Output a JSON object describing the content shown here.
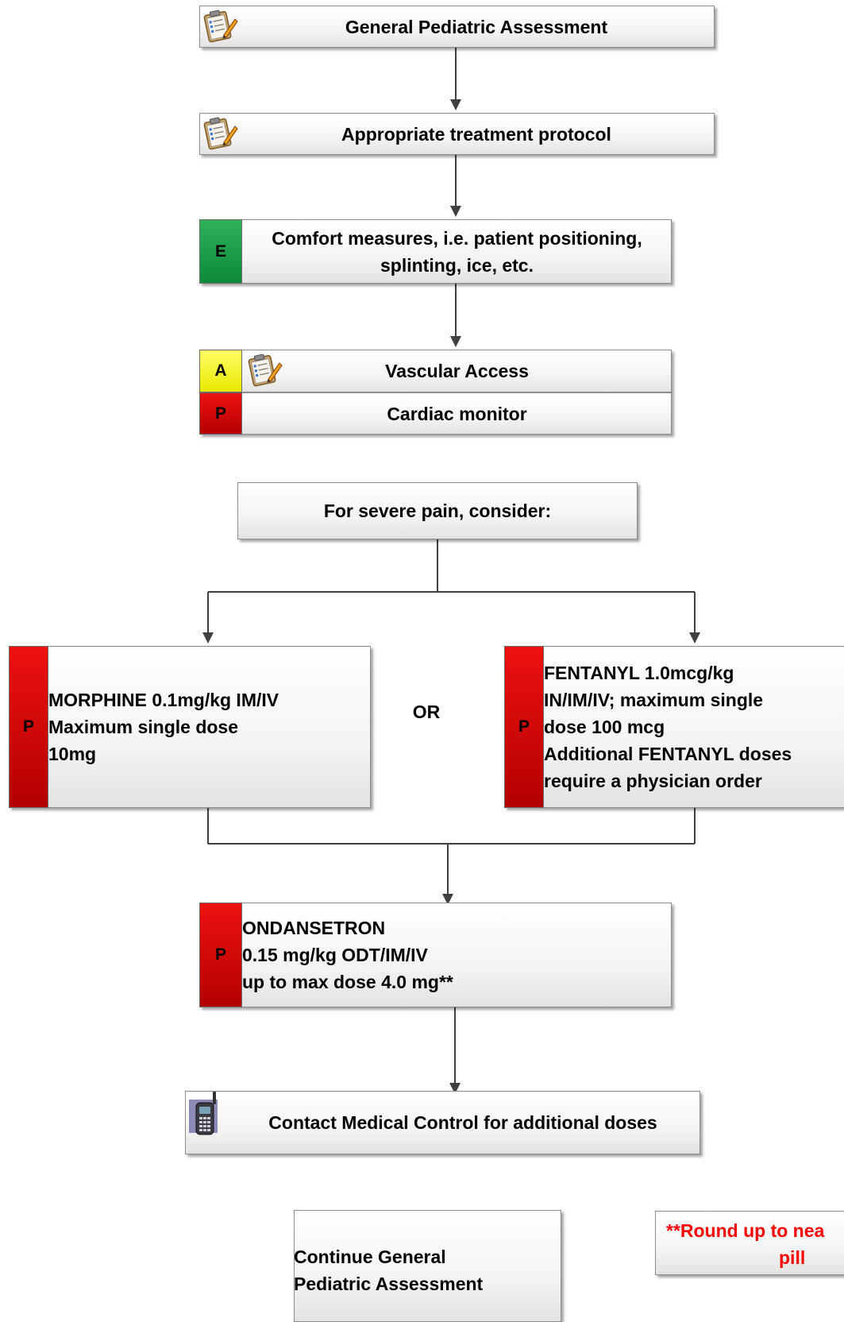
{
  "nodes": {
    "general_assessment": "General Pediatric Assessment",
    "treatment_protocol": "Appropriate treatment protocol",
    "comfort_measures": [
      "Comfort measures, i.e. patient positioning,",
      "splinting, ice, etc."
    ],
    "vascular_access": "Vascular Access",
    "cardiac_monitor": "Cardiac monitor",
    "severe_pain": "For severe pain, consider:",
    "morphine": [
      "MORPHINE 0.1mg/kg IM/IV",
      "Maximum single dose",
      "10mg"
    ],
    "or_label": "OR",
    "fentanyl": [
      "FENTANYL 1.0mcg/kg",
      "IN/IM/IV; maximum single",
      "dose 100 mcg",
      "Additional FENTANYL doses",
      "require a physician order"
    ],
    "ondansetron": [
      "ONDANSETRON",
      "0.15 mg/kg ODT/IM/IV",
      "up to max dose 4.0 mg**"
    ],
    "medical_control": "Contact Medical Control for additional doses",
    "continue_assessment": [
      "Continue General",
      "Pediatric Assessment"
    ],
    "round_up_note": [
      "**Round up to nea",
      "pill"
    ]
  },
  "badges": {
    "emt": "E",
    "advanced": "A",
    "paramedic": "P"
  },
  "colors": {
    "emt_green": "#0c8a3a",
    "advanced_yellow": "#ffff00",
    "paramedic_red": "#cc0000",
    "note_red": "#ff0000"
  },
  "icons": {
    "assessment": "clipboard-icon",
    "radio": "radio-icon"
  }
}
